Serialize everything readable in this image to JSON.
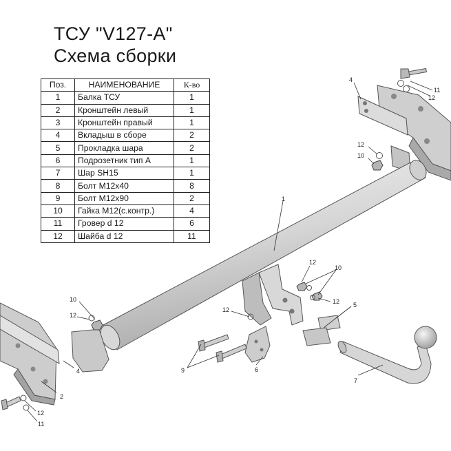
{
  "title": {
    "line1": "ТСУ \"V127-A\"",
    "line2": "Схема сборки"
  },
  "parts_table": {
    "headers": {
      "pos": "Поз.",
      "name": "НАИМЕНОВАНИЕ",
      "qty": "К-во"
    },
    "rows": [
      {
        "pos": "1",
        "name": "Балка ТСУ",
        "qty": "1"
      },
      {
        "pos": "2",
        "name": "Кронштейн левый",
        "qty": "1"
      },
      {
        "pos": "3",
        "name": "Кронштейн правый",
        "qty": "1"
      },
      {
        "pos": "4",
        "name": "Вкладыш в сборе",
        "qty": "2"
      },
      {
        "pos": "5",
        "name": "Прокладка шара",
        "qty": "2"
      },
      {
        "pos": "6",
        "name": "Подрозетник тип А",
        "qty": "1"
      },
      {
        "pos": "7",
        "name": "Шар SH15",
        "qty": "1"
      },
      {
        "pos": "8",
        "name": "Болт М12х40",
        "qty": "8"
      },
      {
        "pos": "9",
        "name": "Болт М12х90",
        "qty": "2"
      },
      {
        "pos": "10",
        "name": "Гайка М12(с.контр.)",
        "qty": "4"
      },
      {
        "pos": "11",
        "name": "Гровер d 12",
        "qty": "6"
      },
      {
        "pos": "12",
        "name": "Шайба d 12",
        "qty": "11"
      }
    ]
  },
  "callouts": {
    "beam": "1",
    "bracket_left": "2",
    "insert_right": "4",
    "insert_left": "4",
    "spacer": "5",
    "socket_plate": "6",
    "ball": "7",
    "bolts_long": "9",
    "nut_right": "10",
    "nut_left": "10",
    "nuts_center": "10",
    "washer_right": "12",
    "washer_left": "12",
    "washer_center_top": "12",
    "washer_center": "12",
    "washer_socket": "12",
    "washer_top": "12",
    "washer_bottom_left": "12",
    "grover_top": "11",
    "grover_bottom_left": "11"
  },
  "colors": {
    "text": "#1a1a1a",
    "part_fill": "#d2d2d2",
    "part_light": "#ececec",
    "part_shadow": "#9a9a9a"
  }
}
